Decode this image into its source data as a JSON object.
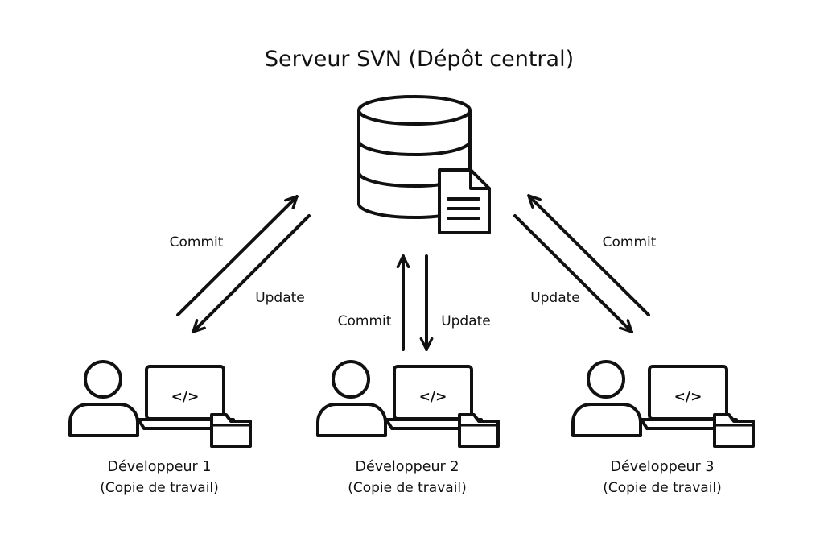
{
  "title": "Serveur SVN (Dépôt central)",
  "arrows": {
    "left_commit": "Commit",
    "left_update": "Update",
    "center_commit": "Commit",
    "center_update": "Update",
    "right_commit": "Commit",
    "right_update": "Update"
  },
  "developers": [
    {
      "name": "Développeur 1",
      "subtitle": "(Copie de travail)",
      "code_glyph": "</>"
    },
    {
      "name": "Développeur 2",
      "subtitle": "(Copie de travail)",
      "code_glyph": "</>"
    },
    {
      "name": "Développeur 3",
      "subtitle": "(Copie de travail)",
      "code_glyph": "</>"
    }
  ],
  "icons": {
    "server": "database-icon",
    "document": "document-icon",
    "user": "user-icon",
    "laptop": "laptop-icon",
    "folder": "folder-icon"
  },
  "colors": {
    "ink": "#111111",
    "background": "#ffffff"
  }
}
